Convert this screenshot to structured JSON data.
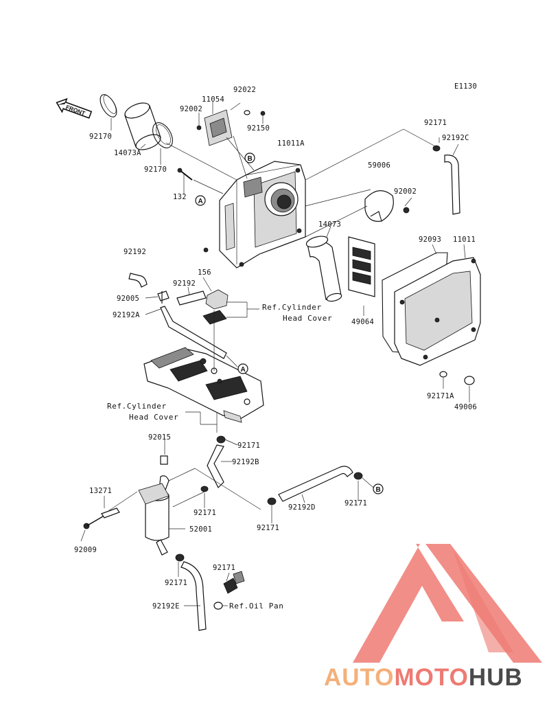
{
  "diagram_code": "E1130",
  "front_label": "FRONT",
  "labels": {
    "l92022": "92022",
    "l11054": "11054",
    "l92002a": "92002",
    "l92150": "92150",
    "l11011A": "11011A",
    "l92170a": "92170",
    "l14073A": "14073A",
    "l92170b": "92170",
    "l132": "132",
    "l92171a": "92171",
    "l92192C": "92192C",
    "l59006": "59006",
    "l92002b": "92002",
    "l14073": "14073",
    "l92093": "92093",
    "l11011": "11011",
    "l92192a": "92192",
    "l156": "156",
    "l92192b": "92192",
    "l92005": "92005",
    "l92192A": "92192A",
    "l49064": "49064",
    "l92171A": "92171A",
    "l49006": "49006",
    "l92015": "92015",
    "l92171b": "92171",
    "l92192B": "92192B",
    "l13271": "13271",
    "l92171c": "92171",
    "l52001": "52001",
    "l92171d": "92171",
    "l92192D": "92192D",
    "l92171e": "92171",
    "l92009": "92009",
    "l92171f": "92171",
    "l92171g": "92171",
    "l92192E": "92192E"
  },
  "refs": {
    "cyl_head_cover_1_line1": "Ref.Cylinder",
    "cyl_head_cover_1_line2": "Head Cover",
    "cyl_head_cover_2_line1": "Ref.Cylinder",
    "cyl_head_cover_2_line2": "Head Cover",
    "oil_pan": "Ref.Oil Pan"
  },
  "callouts": {
    "a_top": "A",
    "a_mid": "A",
    "b_top": "B",
    "b_bottom": "B"
  },
  "watermark": {
    "part1": "AUTO",
    "part2": "MOTO",
    "part3": "HUB",
    "color_light": "#f4b07a",
    "color_red": "#ee7a72",
    "color_dark": "#4a4a4a"
  }
}
